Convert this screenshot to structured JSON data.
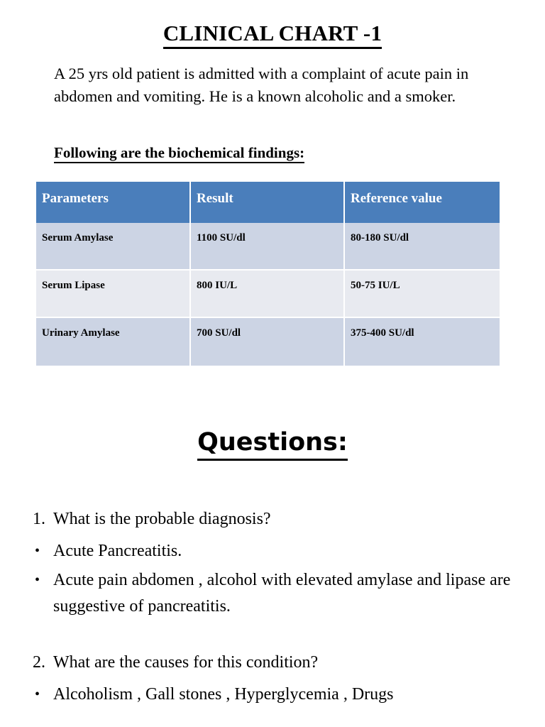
{
  "document": {
    "title": "CLINICAL CHART -1",
    "intro_paragraph": "A 25 yrs old patient is admitted with a complaint of acute pain in abdomen and vomiting. He is a known alcoholic and a smoker.",
    "subheading": "Following are the biochemical findings: "
  },
  "table": {
    "headers": [
      "Parameters",
      "Result",
      "Reference value"
    ],
    "rows": [
      {
        "parameter": "Serum Amylase",
        "result": "1100 SU/dl",
        "reference": "80-180 SU/dl"
      },
      {
        "parameter": "Serum Lipase",
        "result": "800 IU/L",
        "reference": "50-75  IU/L"
      },
      {
        "parameter": "Urinary Amylase",
        "result": "700 SU/dl",
        "reference": "375-400 SU/dl"
      }
    ],
    "colors": {
      "header_background": "#4a7ebb",
      "header_text": "#ffffff",
      "row_shade_a": "#ccd4e4",
      "row_shade_b": "#e8eaf0",
      "gridline": "#ffffff"
    }
  },
  "questions_section": {
    "heading": "Questions:",
    "items": [
      {
        "number": "1.",
        "question": "What is the probable diagnosis?",
        "bullet_glyph": "•",
        "answers": [
          "Acute Pancreatitis.",
          "Acute pain abdomen , alcohol with elevated amylase and lipase are suggestive of pancreatitis."
        ]
      },
      {
        "number": "2.",
        "question": "What are the causes for this condition?",
        "bullet_glyph": "•",
        "answers": [
          "Alcoholism , Gall stones , Hyperglycemia , Drugs"
        ]
      }
    ]
  }
}
